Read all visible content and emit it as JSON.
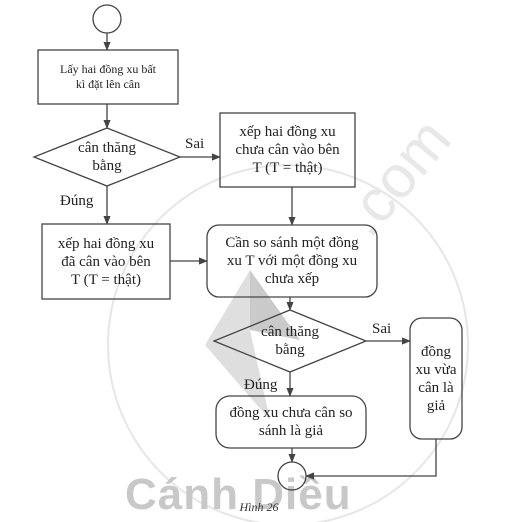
{
  "flowchart": {
    "nodes": {
      "start": "",
      "take_two_coins": "Lấy hai đồng xu bất\nkì đặt lên cân",
      "balanced_1": "cân thăng\nbằng",
      "place_unweighed": "xếp hai đồng xu\nchưa cân vào bên\nT (T = thật)",
      "place_weighed": "xếp hai đồng xu\nđã cân vào bên\nT (T = thật)",
      "compare": "Cần so sánh một đồng\nxu T với một đồng xu\nchưa xếp",
      "balanced_2": "cân thăng\nbằng",
      "unweighed_fake": "đồng xu chưa cân so\nsánh là giả",
      "weighed_fake": "đồng\nxu vừa\ncân là\ngiả",
      "end": ""
    },
    "edge_labels": {
      "sai_1": "Sai",
      "dung_1": "Đúng",
      "sai_2": "Sai",
      "dung_2": "Đúng"
    }
  },
  "watermark": {
    "text": "Cánh Diều",
    "colors": {
      "kite": "#9e9e9e",
      "text": "#c4c4c4"
    }
  },
  "caption": "Hình 26",
  "colors": {
    "stroke": "#444444",
    "background": "#ffffff"
  }
}
